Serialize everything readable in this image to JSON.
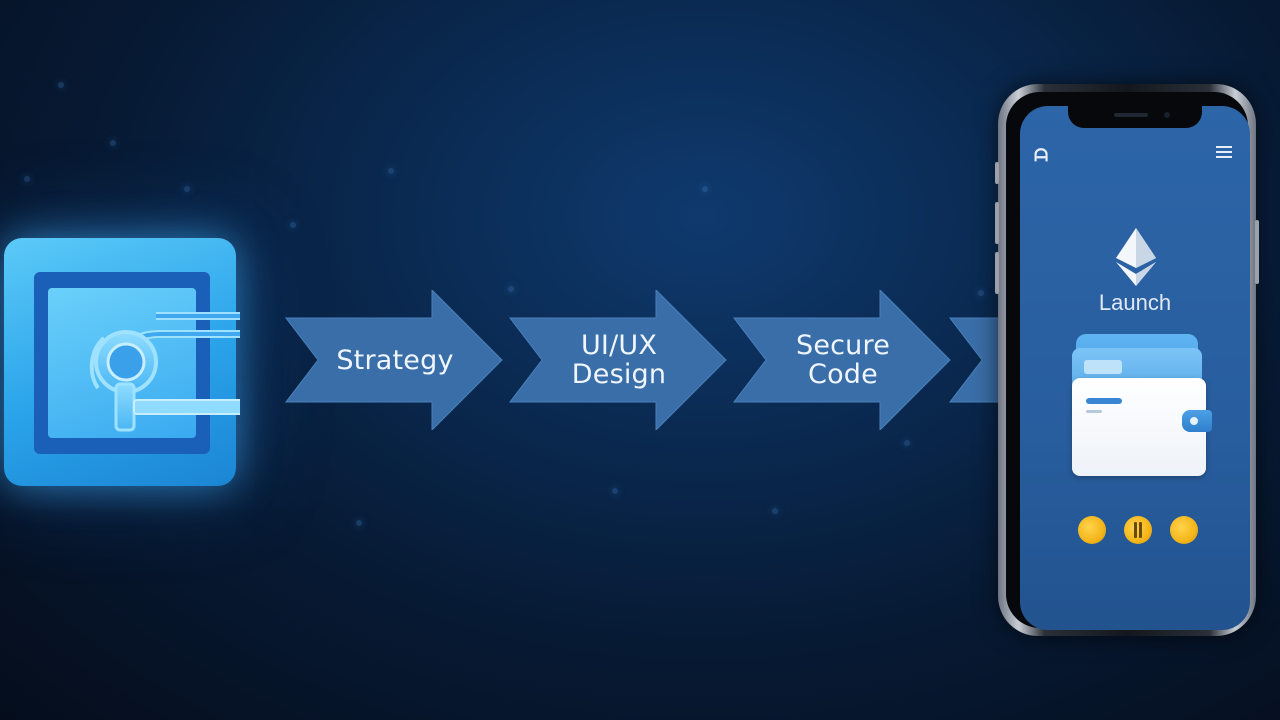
{
  "steps": [
    {
      "lines": [
        "Strategy"
      ]
    },
    {
      "lines": [
        "UI/UX",
        "Design"
      ]
    },
    {
      "lines": [
        "Secure",
        "Code"
      ]
    },
    {
      "lines": [
        ""
      ]
    }
  ],
  "phone": {
    "app_badge": "ᗩ",
    "menu_icon": "hamburger-menu-icon",
    "launch_label": "Launch",
    "center_icon": "ethereum-icon",
    "wallet_icon": "wallet-icon",
    "coin_icons": [
      "coin-icon",
      "coin-icon",
      "coin-icon"
    ]
  },
  "logo": {
    "icon": "key-lock-icon"
  },
  "colors": {
    "arrow_fill": "#3a6ea8",
    "arrow_text": "#f0f6ff",
    "logo_accent": "#3aaaf0",
    "phone_screen": "#2c65a8",
    "coin": "#f4b519"
  }
}
